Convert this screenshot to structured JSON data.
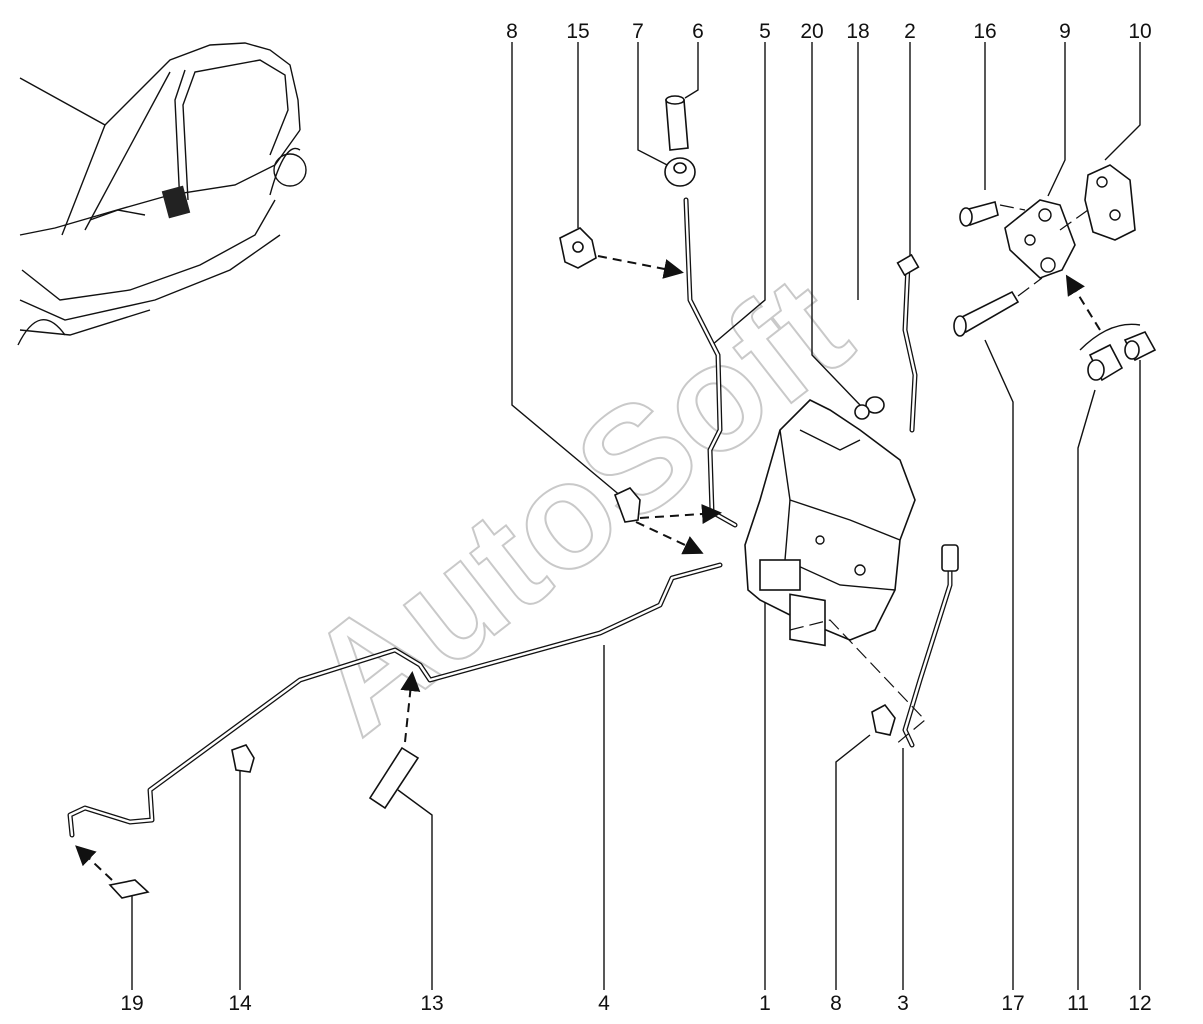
{
  "watermark": "AutoSoft",
  "labels": {
    "top": [
      "8",
      "15",
      "7",
      "6",
      "5",
      "20",
      "18",
      "2",
      "16",
      "9",
      "10"
    ],
    "bottom": [
      "19",
      "14",
      "13",
      "4",
      "1",
      "8",
      "3",
      "17",
      "11",
      "12"
    ]
  }
}
